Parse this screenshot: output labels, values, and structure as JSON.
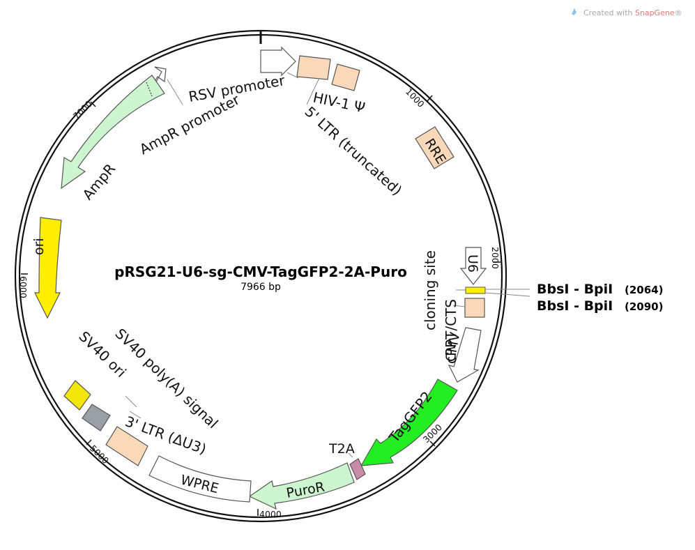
{
  "watermark": {
    "prefix": "Created with ",
    "brand": "SnapGene",
    "suffix": "®"
  },
  "plasmid": {
    "name": "pRSG21-U6-sg-CMV-TagGFP2-2A-Puro",
    "length": "7966 bp"
  },
  "ticks": [
    "1000",
    "2000",
    "3000",
    "4000",
    "5000",
    "6000",
    "7000"
  ],
  "features": {
    "rsv_promoter": "RSV promoter",
    "ampr_promoter": "AmpR promoter",
    "hiv_psi": "HIV-1 Ψ",
    "ltr5": "5' LTR (truncated)",
    "rre": "RRE",
    "ampr": "AmpR",
    "ori": "ori",
    "u6": "U6",
    "cloning_site": "cloning site",
    "cppt": "cPPT/CTS",
    "cmv": "CMV",
    "taggfp2": "TagGFP2",
    "t2a": "T2A",
    "puror": "PuroR",
    "wpre": "WPRE",
    "ltr3": "3' LTR (ΔU3)",
    "sv40_polya": "SV40 poly(A) signal",
    "sv40_ori": "SV40 ori"
  },
  "sites": [
    {
      "name": "BbsI - BpiI",
      "pos": "(2064)"
    },
    {
      "name": "BbsI - BpiI",
      "pos": "(2090)"
    }
  ],
  "colors": {
    "promoter": "#ffffff",
    "ltr": "#f9d9b9",
    "ampr": "#cdf5cf",
    "ori": "#ffee00",
    "u6_site": "#ffee00",
    "taggfp2": "#22ee22",
    "t2a": "#c88ca8",
    "puror": "#cdf5cf",
    "sv40_ori": "#9aa0a6",
    "sv40_polya": "#f2e60c",
    "wpre": "#ffffff"
  }
}
